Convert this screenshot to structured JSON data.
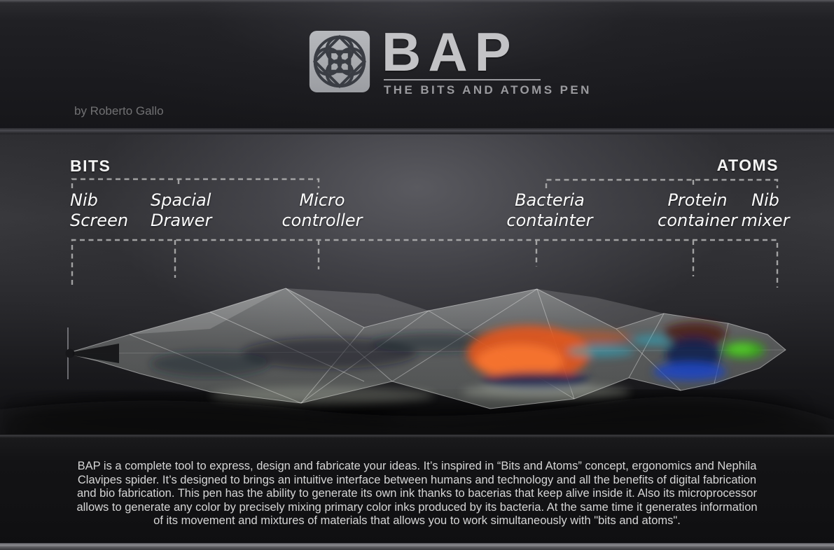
{
  "logo": {
    "title": "BAP",
    "subtitle": "THE BITS AND ATOMS PEN"
  },
  "credit": "by Roberto Gallo",
  "sections": {
    "bits": "BITS",
    "atoms": "ATOMS"
  },
  "labels": [
    {
      "id": "nib-screen",
      "line1": "Nib",
      "line2": "Screen"
    },
    {
      "id": "spacial-drawer",
      "line1": "Spacial",
      "line2": "Drawer"
    },
    {
      "id": "micro-controller",
      "line1": "Micro",
      "line2": "controller"
    },
    {
      "id": "bacteria-containter",
      "line1": "Bacteria",
      "line2": "containter"
    },
    {
      "id": "protein-container",
      "line1": "Protein",
      "line2": "container"
    },
    {
      "id": "nib-mixer",
      "line1": "Nib",
      "line2": "mixer"
    }
  ],
  "description": {
    "lines": [
      "BAP is a complete tool to express, design and fabricate your ideas. It’s inspired in “Bits and Atoms” concept, ergonomics and Nephila",
      "Clavipes spider. It’s designed to brings an intuitive interface between humans and technology and all the benefits of digital fabrication",
      "and bio fabrication. This pen has the ability to generate its own ink thanks to bacerias that keep alive inside it. Also its microprocessor",
      "allows to generate any color by precisely mixing primary color inks produced by its bacteria.  At the same time it generates information",
      "of its movement and mixtures of materials that allows you to work simultaneously with \"bits and atoms\"."
    ]
  },
  "colors": {
    "ink_orange": "#e2571b",
    "ink_orange_bright": "#f5742f",
    "ink_navy": "#101c50",
    "ink_blue": "#1c46c0",
    "ink_cyan": "#2fa8c0",
    "ink_green": "#36a818",
    "ink_green_bright": "#55c92c",
    "ink_dark_red": "#4a1a10",
    "bracket_gray": "#b5b5b5",
    "text_light": "#d6d6d6"
  }
}
